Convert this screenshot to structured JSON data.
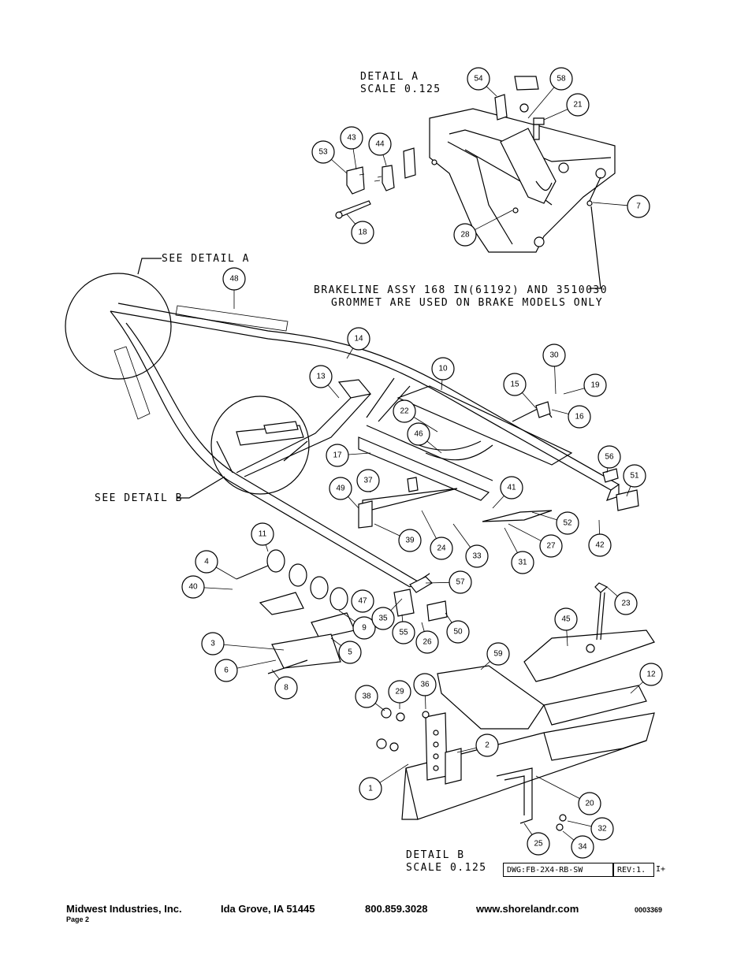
{
  "detail_a": {
    "title": "DETAIL  A",
    "scale": "SCALE  0.125"
  },
  "detail_b": {
    "title": "DETAIL  B",
    "scale": "SCALE  0.125"
  },
  "callouts": {
    "see_detail_a": "SEE DETAIL  A",
    "see_detail_b": "SEE DETAIL  B",
    "brakeline_1": "BRAKELINE ASSY 168 IN(61192) AND 3510030",
    "brakeline_2": "GROMMET ARE USED ON BRAKE MODELS ONLY"
  },
  "balloons": [
    "1",
    "2",
    "3",
    "4",
    "5",
    "6",
    "7",
    "8",
    "9",
    "10",
    "11",
    "12",
    "13",
    "14",
    "15",
    "16",
    "17",
    "18",
    "19",
    "20",
    "21",
    "23",
    "24",
    "25",
    "26",
    "27",
    "28",
    "29",
    "30",
    "31",
    "32",
    "33",
    "34",
    "35",
    "36",
    "37",
    "38",
    "39",
    "40",
    "41",
    "42",
    "43",
    "44",
    "45",
    "46",
    "47",
    "48",
    "49",
    "50",
    "51",
    "52",
    "53",
    "54",
    "55",
    "56",
    "57",
    "58",
    "59",
    "22"
  ],
  "title_block": {
    "dwg": "DWG:FB-2X4-RB-SW",
    "rev": "REV:1.",
    "rev_suffix": "I+"
  },
  "footer": {
    "company": "Midwest Industries, Inc.",
    "address": "Ida Grove, IA  51445",
    "phone": "800.859.3028",
    "website": "www.shorelandr.com",
    "doc_number": "0003369",
    "page": "Page 2"
  }
}
